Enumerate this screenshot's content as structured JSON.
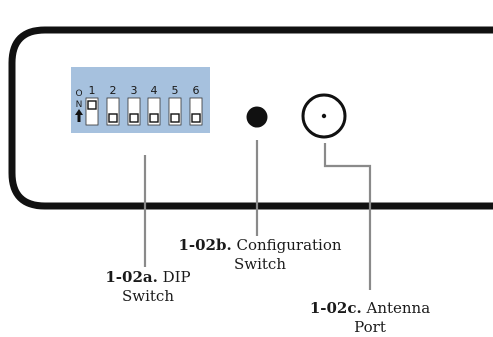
{
  "dip_switch": {
    "on_label": "ON",
    "numbers": [
      "1",
      "2",
      "3",
      "4",
      "5",
      "6"
    ]
  },
  "labels": {
    "dip": {
      "id": "1-02a.",
      "line1": "DIP",
      "line2": "Switch"
    },
    "config": {
      "id": "1-02b.",
      "line1": "Configuration",
      "line2": "Switch"
    },
    "antenna": {
      "id": "1-02c.",
      "line1": "Antenna",
      "line2": "Port"
    }
  },
  "colors": {
    "panel_outline": "#111111",
    "dip_body": "#a6c1de",
    "leader_line": "#8a8a8a"
  }
}
